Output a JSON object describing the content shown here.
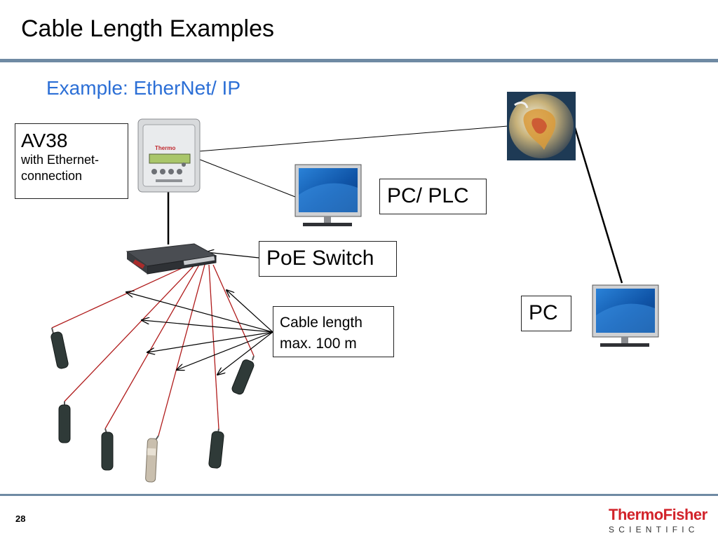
{
  "slide": {
    "title": "Cable Length Examples",
    "subtitle": "Example: EtherNet/ IP",
    "page_number": "28"
  },
  "labels": {
    "av38_name": "AV38",
    "av38_line1": "with Ethernet-",
    "av38_line2": "connection",
    "pc_plc": "PC/ PLC",
    "poe_switch": "PoE Switch",
    "pc": "PC",
    "cable_line1": "Cable length",
    "cable_line2": "max. 100 m"
  },
  "device_brand": "Thermo",
  "logo": {
    "main": "ThermoFisher",
    "sub": "SCIENTIFIC"
  },
  "colors": {
    "title_text": "#000000",
    "subtitle_text": "#2c6fd6",
    "rule": "#6f8aa3",
    "probe_cable": "#b01c1c",
    "logo_red": "#d2232a"
  }
}
